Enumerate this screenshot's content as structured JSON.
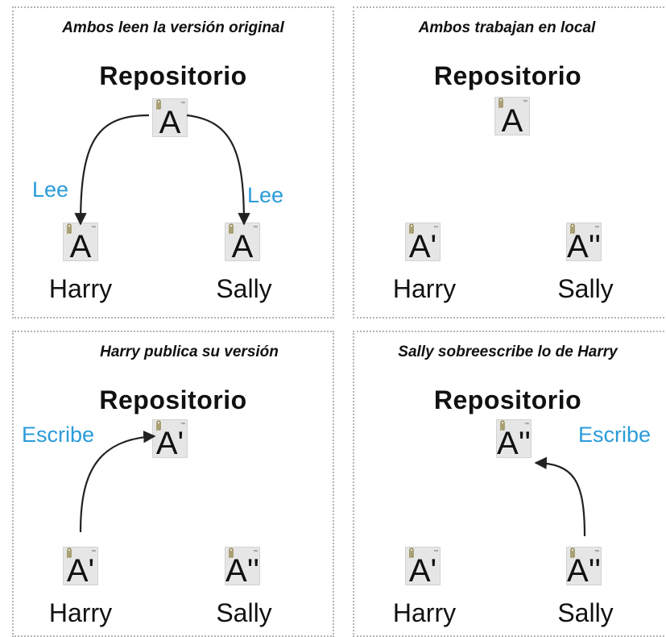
{
  "panels": [
    {
      "caption": "Ambos leen la versión original",
      "repo_title": "Repositorio",
      "repo_version": "A",
      "harry_version": "A",
      "sally_version": "A",
      "harry_label": "Harry",
      "sally_label": "Sally",
      "actions": [
        "Lee",
        "Lee"
      ]
    },
    {
      "caption": "Ambos trabajan en local",
      "repo_title": "Repositorio",
      "repo_version": "A",
      "harry_version": "A'",
      "sally_version": "A''",
      "harry_label": "Harry",
      "sally_label": "Sally",
      "actions": []
    },
    {
      "caption": "Harry publica su versión",
      "repo_title": "Repositorio",
      "repo_version": "A'",
      "harry_version": "A'",
      "sally_version": "A''",
      "harry_label": "Harry",
      "sally_label": "Sally",
      "actions": [
        "Escribe"
      ]
    },
    {
      "caption": "Sally sobreescribe lo de Harry",
      "repo_title": "Repositorio",
      "repo_version": "A''",
      "harry_version": "A'",
      "sally_version": "A''",
      "harry_label": "Harry",
      "sally_label": "Sally",
      "actions": [
        "Escribe"
      ]
    }
  ],
  "colors": {
    "action_text": "#2b9bd9",
    "arrow": "#222222",
    "panel_border": "#b4b4b4",
    "document_bg": "#e6e6e6"
  },
  "icons": {
    "document": "document-with-paperclip-icon"
  }
}
